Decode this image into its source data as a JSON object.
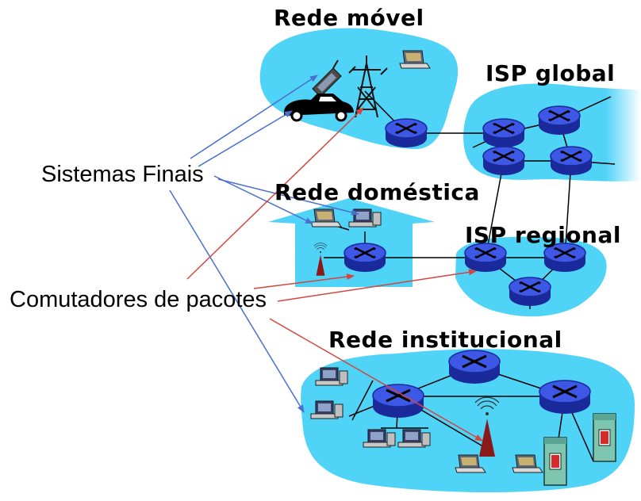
{
  "labels": {
    "mobile_network": "Rede móvel",
    "global_isp": "ISP global",
    "home_network": "Rede doméstica",
    "regional_isp": "ISP regional",
    "institutional_network": "Rede institucional",
    "end_systems": "Sistemas Finais",
    "packet_switches": "Comutadores de pacotes"
  },
  "colors": {
    "cloud": "#4fd3f7",
    "router_body": "#2a3bb8",
    "router_top": "#3d57e6",
    "end_system_arrow": "#4a6fcf",
    "switch_arrow": "#d4453f",
    "link": "#000000"
  }
}
